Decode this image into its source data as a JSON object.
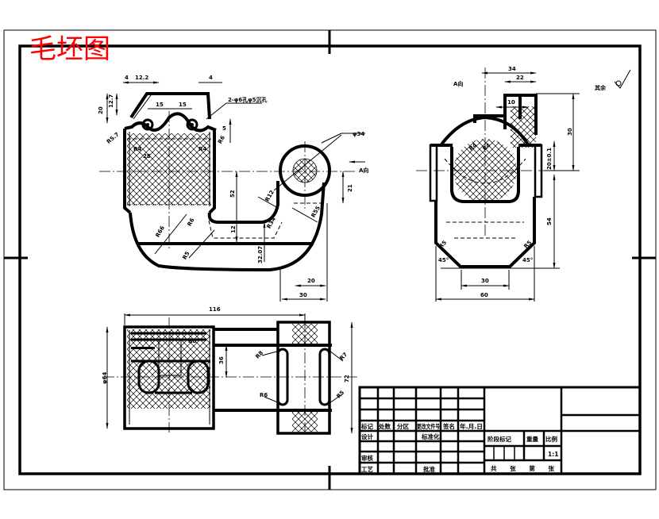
{
  "title": "毛坯图",
  "title_color": "#ff0000",
  "front_view": {
    "dims": {
      "d4_left": "4",
      "d12_2": "12.2",
      "d4_right": "4",
      "d20": "20",
      "d12_7": "12.7",
      "d15a": "15",
      "d15b": "15",
      "note_holes": "2-φ6孔φ5沉孔",
      "d5": "5",
      "r5_7": "R5.7",
      "r4_left": "R4",
      "r4_right": "R4",
      "r6": "R6",
      "d28": "28",
      "phi34": "φ34",
      "d21": "21",
      "d52": "52",
      "r12": "R12",
      "r6b": "R6",
      "r66": "R66",
      "r34": "R34",
      "r55": "R55",
      "r5": "R5",
      "d12": "12",
      "d32_07": "32.07",
      "d30": "30"
    },
    "view_arrow_label": "A向"
  },
  "side_view": {
    "label": "A向",
    "dims": {
      "d34": "34",
      "d22": "22",
      "d10": "10",
      "d30": "30",
      "d20_1": "20±0.1",
      "d54": "54",
      "r4a": "R4",
      "r4b": "R4",
      "r5a": "R5",
      "r5b": "R5",
      "ang_left": "45°",
      "ang_right": "45°",
      "d30_bottom": "30",
      "d60": "60"
    }
  },
  "top_view": {
    "dims": {
      "d116": "116",
      "phi64": "φ64",
      "d36": "36",
      "r8": "R8",
      "r6": "R6",
      "r7": "R7",
      "r5": "R5",
      "r8b": "R8",
      "d72": "72"
    }
  },
  "surface_finish": {
    "label": "其余",
    "symbol": "not-machined-surface-symbol"
  },
  "title_block": {
    "rev_header": [
      "标记",
      "处数",
      "分区",
      "更改文件号",
      "签名",
      "年.月.日"
    ],
    "design": "设计",
    "standardization": "标准化",
    "review": "审核",
    "process": "工艺",
    "approve": "批准",
    "stage_mark": "阶段标记",
    "weight": "重量",
    "scale_label": "比例",
    "scale_value": "1:1",
    "sheets": "共 张 第 张"
  }
}
